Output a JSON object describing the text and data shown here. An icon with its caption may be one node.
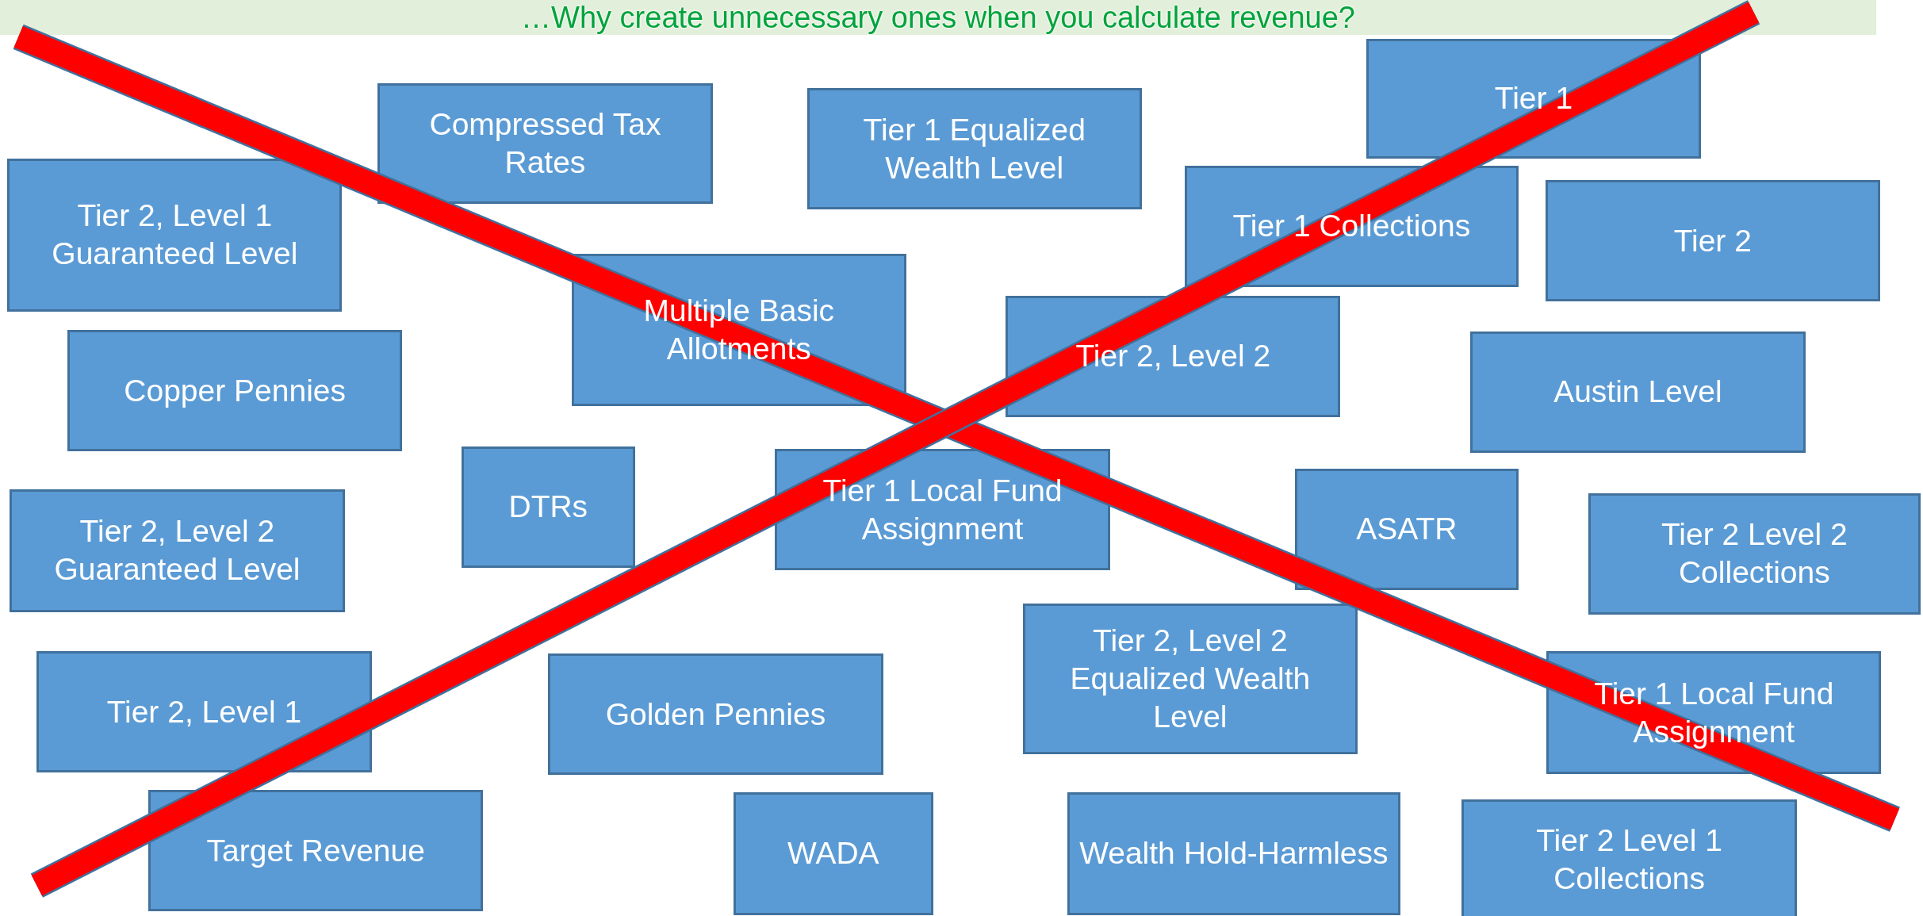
{
  "diagram": {
    "title": "…Why create unnecessary ones when you calculate revenue?",
    "nodes": [
      {
        "text": [
          "Tier 1"
        ]
      },
      {
        "text": [
          "Compressed Tax Rates"
        ]
      },
      {
        "text": [
          "Tier 1 Equalized Wealth Level"
        ]
      },
      {
        "text": [
          "Tier 2, Level 1 Guaranteed Level"
        ]
      },
      {
        "text": [
          "Tier 1 Collections"
        ]
      },
      {
        "text": [
          "Tier 2"
        ]
      },
      {
        "text": [
          "Multiple Basic Allotments"
        ]
      },
      {
        "text": [
          "Tier 2, Level 2"
        ]
      },
      {
        "text": [
          "Copper Pennies"
        ]
      },
      {
        "text": [
          "Austin Level"
        ]
      },
      {
        "text": [
          "DTRs"
        ]
      },
      {
        "text": [
          "Tier 1 Local Fund Assignment"
        ]
      },
      {
        "text": [
          "ASATR"
        ]
      },
      {
        "text": [
          "Tier 2, Level 2 Guaranteed Level"
        ]
      },
      {
        "text": [
          "Tier 2 Level 2 Collections"
        ]
      },
      {
        "text": [
          "Tier 2, Level 2 Equalized Wealth Level"
        ]
      },
      {
        "text": [
          "Tier 2, Level 1"
        ]
      },
      {
        "text": [
          "Golden Pennies"
        ]
      },
      {
        "text": [
          "Tier 1 Local Fund Assignment"
        ]
      },
      {
        "text": [
          "Target Revenue"
        ]
      },
      {
        "text": [
          "WADA"
        ]
      },
      {
        "text": [
          "Wealth Hold-Harmless"
        ]
      },
      {
        "text": [
          "Tier 2 Level 1 Collections"
        ]
      }
    ]
  }
}
